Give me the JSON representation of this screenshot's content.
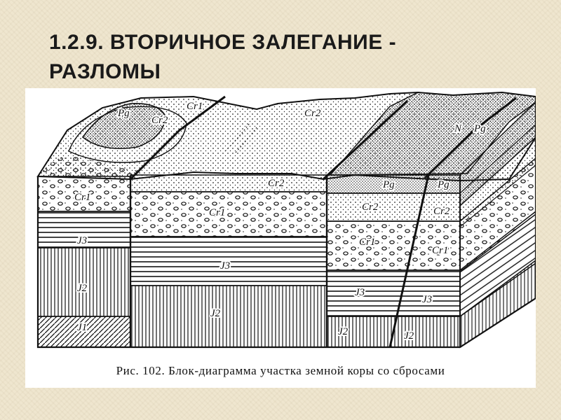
{
  "slide": {
    "title": "1.2.9. ВТОРИЧНОЕ ЗАЛЕГАНИЕ - РАЗЛОМЫ"
  },
  "figure": {
    "caption": "Рис. 102. Блок-диаграмма участка земной коры со сбросами",
    "labels": {
      "pg_top": "Pg",
      "cr2_top_left": "Cr2",
      "cr1_top": "Cr1",
      "cr2_top_mid": "Cr2",
      "n_top": "N",
      "pg_top_right": "Pg",
      "cr1_left": "Cr1",
      "j3_left": "J3",
      "j2_left": "J2",
      "j1_left": "J1",
      "cr2_mid": "Cr2",
      "cr1_mid": "Cr1",
      "j3_mid": "J3",
      "j2_mid": "J2",
      "pg_right_a": "Pg",
      "pg_right_b": "Pg",
      "cr2_right_a": "Cr2",
      "cr2_right_b": "Cr2",
      "cr1_right_a": "Cr1",
      "cr1_right_b": "Cr1",
      "j3_right_a": "J3",
      "j3_right_b": "J3",
      "j2_right_a": "J2",
      "j2_right_b": "J2"
    }
  }
}
